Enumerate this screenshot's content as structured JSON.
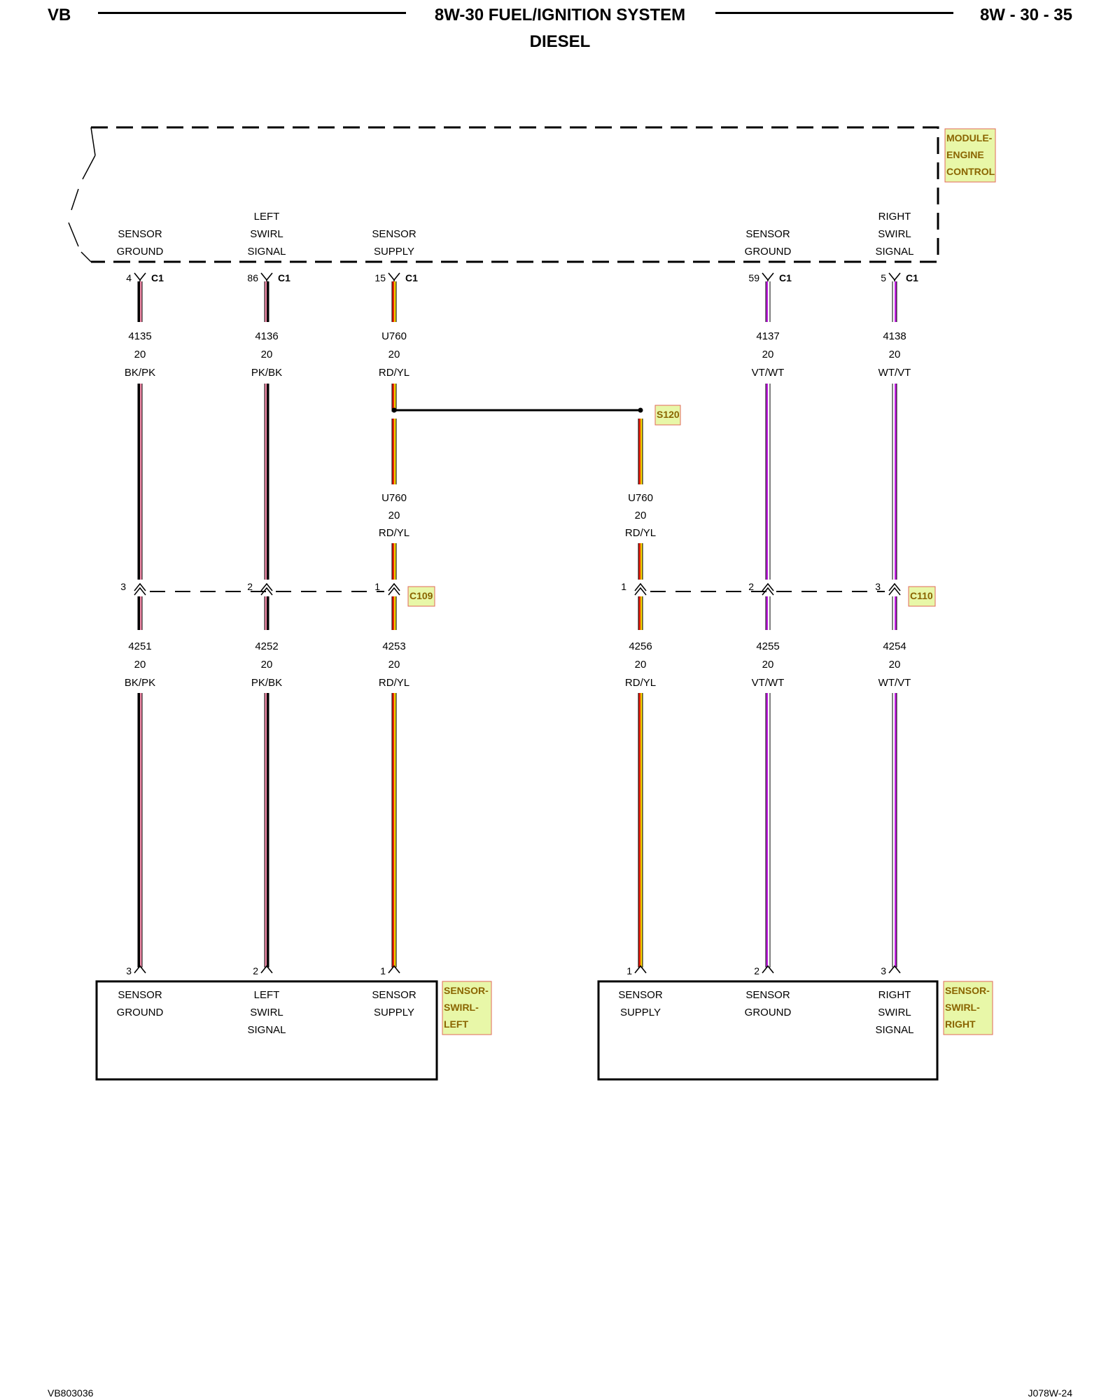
{
  "header": {
    "left": "VB",
    "title": "8W-30 FUEL/IGNITION SYSTEM",
    "subtitle": "DIESEL",
    "page": "8W - 30 - 35"
  },
  "footer": {
    "left": "VB803036",
    "right": "J078W-24"
  },
  "colors": {
    "BK/PK": [
      "#000000",
      "#f08aa8"
    ],
    "PK/BK": [
      "#f08aa8",
      "#000000"
    ],
    "RD/YL": [
      "#e8200a",
      "#f2d200"
    ],
    "VT/WT": [
      "#c020e0",
      "#ffffff"
    ],
    "WT/VT": [
      "#ffffff",
      "#c020e0"
    ],
    "tag_fill": "#e8f7a8",
    "tag_border": "#e06a5a"
  },
  "module": {
    "name_lines": [
      "MODULE-",
      "ENGINE",
      "CONTROL"
    ],
    "connector": "C1",
    "pins": [
      {
        "lines": [
          "",
          "SENSOR",
          "GROUND"
        ],
        "pin": "4"
      },
      {
        "lines": [
          "LEFT",
          "SWIRL",
          "SIGNAL"
        ],
        "pin": "86"
      },
      {
        "lines": [
          "",
          "SENSOR",
          "SUPPLY"
        ],
        "pin": "15"
      },
      {
        "lines": [
          "",
          "SENSOR",
          "GROUND"
        ],
        "pin": "59"
      },
      {
        "lines": [
          "RIGHT",
          "SWIRL",
          "SIGNAL"
        ],
        "pin": "5"
      }
    ]
  },
  "upper_wires": [
    {
      "circuit": "4135",
      "gauge": "20",
      "color": "BK/PK"
    },
    {
      "circuit": "4136",
      "gauge": "20",
      "color": "PK/BK"
    },
    {
      "circuit": "U760",
      "gauge": "20",
      "color": "RD/YL"
    },
    {
      "circuit": "4137",
      "gauge": "20",
      "color": "VT/WT"
    },
    {
      "circuit": "4138",
      "gauge": "20",
      "color": "WT/VT"
    }
  ],
  "splice": {
    "name": "S120",
    "wires": [
      {
        "circuit": "U760",
        "gauge": "20",
        "color": "RD/YL"
      },
      {
        "circuit": "U760",
        "gauge": "20",
        "color": "RD/YL"
      }
    ]
  },
  "inline_connectors": [
    {
      "name": "C109",
      "pins": [
        "3",
        "2",
        "1"
      ]
    },
    {
      "name": "C110",
      "pins": [
        "1",
        "2",
        "3"
      ]
    }
  ],
  "lower_wires": [
    {
      "circuit": "4251",
      "gauge": "20",
      "color": "BK/PK"
    },
    {
      "circuit": "4252",
      "gauge": "20",
      "color": "PK/BK"
    },
    {
      "circuit": "4253",
      "gauge": "20",
      "color": "RD/YL"
    },
    {
      "circuit": "4256",
      "gauge": "20",
      "color": "RD/YL"
    },
    {
      "circuit": "4255",
      "gauge": "20",
      "color": "VT/WT"
    },
    {
      "circuit": "4254",
      "gauge": "20",
      "color": "WT/VT"
    }
  ],
  "sensors": [
    {
      "name_lines": [
        "SENSOR-",
        "SWIRL-",
        "LEFT"
      ],
      "pins": [
        {
          "pin": "3",
          "lines": [
            "SENSOR",
            "GROUND",
            ""
          ]
        },
        {
          "pin": "2",
          "lines": [
            "LEFT",
            "SWIRL",
            "SIGNAL"
          ]
        },
        {
          "pin": "1",
          "lines": [
            "SENSOR",
            "SUPPLY",
            ""
          ]
        }
      ]
    },
    {
      "name_lines": [
        "SENSOR-",
        "SWIRL-",
        "RIGHT"
      ],
      "pins": [
        {
          "pin": "1",
          "lines": [
            "SENSOR",
            "SUPPLY",
            ""
          ]
        },
        {
          "pin": "2",
          "lines": [
            "SENSOR",
            "GROUND",
            ""
          ]
        },
        {
          "pin": "3",
          "lines": [
            "RIGHT",
            "SWIRL",
            "SIGNAL"
          ]
        }
      ]
    }
  ]
}
